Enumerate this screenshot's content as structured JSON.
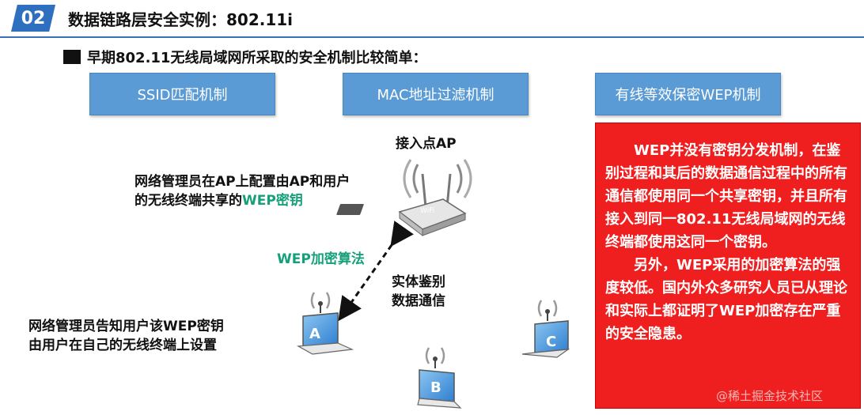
{
  "header": {
    "number": "02",
    "title": "数据链路层安全实例：802.11i"
  },
  "bullet": "早期802.11无线局域网所采取的安全机制比较简单：",
  "mechanisms": [
    {
      "label": "SSID匹配机制"
    },
    {
      "label": "MAC地址过滤机制"
    },
    {
      "label": "有线等效保密WEP机制"
    }
  ],
  "diagram": {
    "ap_label": "接入点AP",
    "ap_logo": "WiFi",
    "admin_config_1": "网络管理员在AP上配置由AP和用户",
    "admin_config_2a": "的无线终端共享的",
    "admin_config_2b": "WEP密钥",
    "wep_algorithm": "WEP加密算法",
    "auth_1": "实体鉴别",
    "auth_2": "数据通信",
    "admin_tell_1": "网络管理员告知用户该WEP密钥",
    "admin_tell_2": "由用户在自己的无线终端上设置",
    "terminal_a": "A",
    "terminal_b": "B",
    "terminal_c": "C"
  },
  "note": {
    "para1": "WEP并没有密钥分发机制，在鉴别过程和其后的数据通信过程中的所有通信都使用同一个共享密钥，并且所有接入到同一802.11无线局域网的无线终端都使用这同一个密钥。",
    "para2": "另外，WEP采用的加密算法的强度较低。国内外众多研究人员已从理论和实际上都证明了WEP加密存在严重的安全隐患。"
  },
  "watermark": "@稀土掘金技术社区",
  "colors": {
    "accent_blue": "#2f6fbf",
    "box_blue": "#5b9bd5",
    "alert_red": "#ef1f1f",
    "key_green": "#16a07a"
  }
}
